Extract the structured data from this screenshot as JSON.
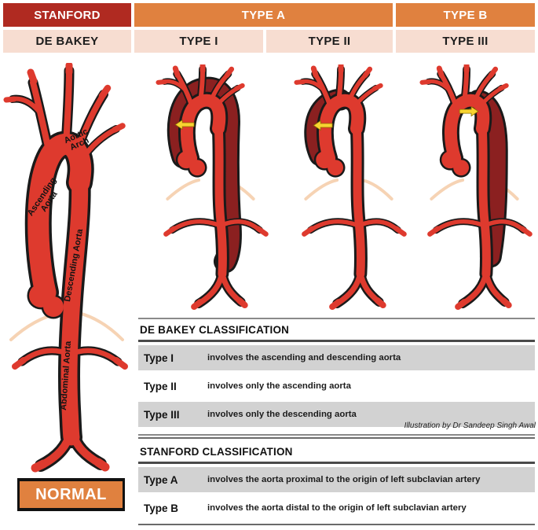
{
  "header": {
    "stanford_label": "STANFORD",
    "type_a_label": "TYPE A",
    "type_b_label": "TYPE B",
    "debakey_label": "DE BAKEY",
    "type_i_label": "TYPE I",
    "type_ii_label": "TYPE II",
    "type_iii_label": "TYPE III"
  },
  "anatomy_labels": {
    "aortic_arch_line1": "Aortic",
    "aortic_arch_line2": "Arch",
    "ascending_line1": "Ascending",
    "ascending_line2": "Aorta",
    "descending": "Descending Aorta",
    "abdominal": "Abdominal Aorta"
  },
  "normal_label": "NORMAL",
  "debakey_table": {
    "title": "DE BAKEY CLASSIFICATION",
    "rows": [
      {
        "type": "Type I",
        "description": "involves the ascending and descending aorta"
      },
      {
        "type": "Type II",
        "description": "involves only the ascending aorta"
      },
      {
        "type": "Type III",
        "description": "involves only the descending aorta"
      }
    ]
  },
  "credit": "Illustration by Dr Sandeep Singh Awal",
  "stanford_table": {
    "title": "STANFORD CLASSIFICATION",
    "rows": [
      {
        "type": "Type A",
        "description": "involves the aorta proximal to the origin of left subclavian artery"
      },
      {
        "type": "Type B",
        "description": "involves the aorta distal to the origin of left subclavian artery"
      }
    ]
  },
  "colors": {
    "header_dark_red": "#B02A21",
    "header_orange": "#E0813F",
    "header_pink": "#F7DDD1",
    "table_row_gray": "#D2D2D2",
    "aorta_red": "#DE3A2E",
    "false_lumen_maroon": "#8B2020",
    "arrow_yellow": "#F8D431",
    "diaphragm_peach": "#F6D3B4",
    "outline_black": "#1a1a1a"
  }
}
